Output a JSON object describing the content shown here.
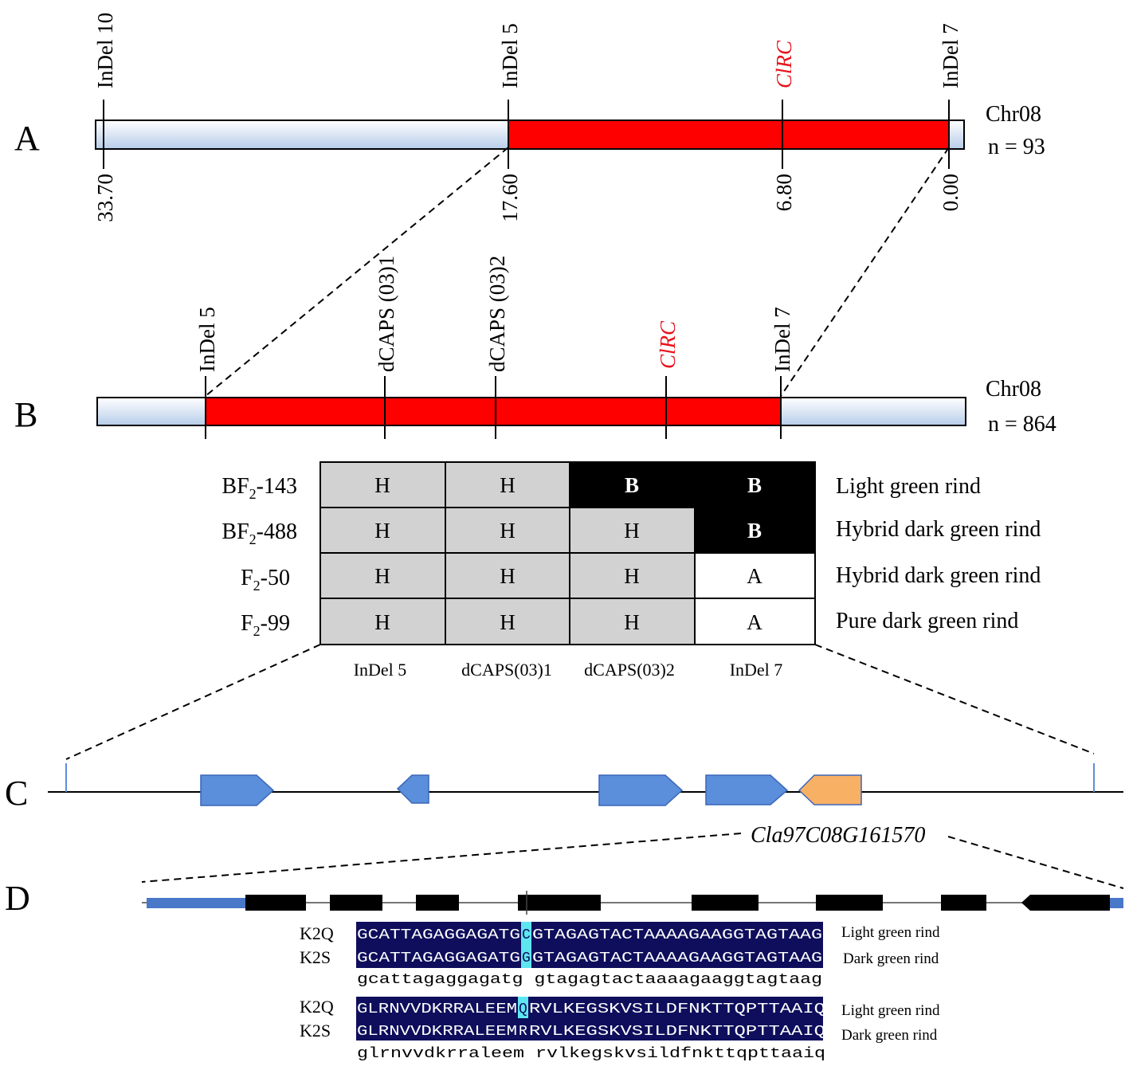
{
  "panels": {
    "a": "A",
    "b": "B",
    "c": "C",
    "d": "D"
  },
  "colors": {
    "interval": "#ff0000",
    "chromosome_light": "#c9daf0",
    "gene_blue": "#5b8edb",
    "gene_orange": "#f8b065",
    "candidate_red_label": "#e8101a",
    "alignment_bg": "#0e0e5c",
    "snp_highlight": "#5ee6f0",
    "cell_grey": "#d3d2d2",
    "cell_black": "#000000"
  },
  "map_a": {
    "chromosome": "Chr08",
    "n_label": "n = 93",
    "markers": [
      {
        "label": "InDel 10",
        "position": "33.70",
        "candidate": false
      },
      {
        "label": "InDel 5",
        "position": "17.60",
        "candidate": false
      },
      {
        "label": "ClRC",
        "position": "6.80",
        "candidate": true
      },
      {
        "label": "InDel 7",
        "position": "0.00",
        "candidate": false
      }
    ]
  },
  "map_b": {
    "chromosome": "Chr08",
    "n_label": "n = 864",
    "markers": [
      {
        "label": "InDel 5",
        "candidate": false
      },
      {
        "label": "dCAPS (03)1",
        "candidate": false
      },
      {
        "label": "dCAPS (03)2",
        "candidate": false
      },
      {
        "label": "ClRC",
        "candidate": true
      },
      {
        "label": "InDel 7",
        "candidate": false
      }
    ]
  },
  "genotype_table": {
    "columns": [
      "InDel 5",
      "dCAPS(03)1",
      "dCAPS(03)2",
      "InDel 7"
    ],
    "rows": [
      {
        "prefix": "BF",
        "sub": "2",
        "suffix": "-143",
        "cells": [
          "H",
          "H",
          "B",
          "B"
        ],
        "phenotype": "Light green rind"
      },
      {
        "prefix": "BF",
        "sub": "2",
        "suffix": "-488",
        "cells": [
          "H",
          "H",
          "H",
          "B"
        ],
        "phenotype": "Hybrid dark green rind"
      },
      {
        "prefix": "F",
        "sub": "2",
        "suffix": "-50",
        "cells": [
          "H",
          "H",
          "H",
          "A"
        ],
        "phenotype": "Hybrid dark green rind"
      },
      {
        "prefix": "F",
        "sub": "2",
        "suffix": "-99",
        "cells": [
          "H",
          "H",
          "H",
          "A"
        ],
        "phenotype": "Pure dark green rind"
      }
    ]
  },
  "gene_region": {
    "gene_label": "Cla97C08G161570"
  },
  "alignment": {
    "dna": {
      "rows": [
        {
          "label": "K2Q",
          "left": "GCATTAGAGGAGATG",
          "snp": "C",
          "right": "GTAGAGTACTAAAAGAAGGTAGTAAG",
          "phenotype": "Light green rind"
        },
        {
          "label": "K2S",
          "left": "GCATTAGAGGAGATG",
          "snp": "G",
          "right": "GTAGAGTACTAAAAGAAGGTAGTAAG",
          "phenotype": "Dark green rind"
        }
      ],
      "consensus": "gcattagaggagatg gtagagtactaaaagaaggtagtaag"
    },
    "protein": {
      "rows": [
        {
          "label": "K2Q",
          "left": "GLRNVVDKRRALEEM",
          "snp": "Q",
          "right": "RVLKEGSKVSILDFNKTTQPTTAAIQ",
          "phenotype": "Light green rind"
        },
        {
          "label": "K2S",
          "left": "GLRNVVDKRRALEEM",
          "snp": "R",
          "right": "RVLKEGSKVSILDFNKTTQPTTAAIQ",
          "phenotype": "Dark green rind"
        }
      ],
      "consensus": "glrnvvdkrraleem rvlkegskvsildfnkttqpttaaiq"
    }
  }
}
